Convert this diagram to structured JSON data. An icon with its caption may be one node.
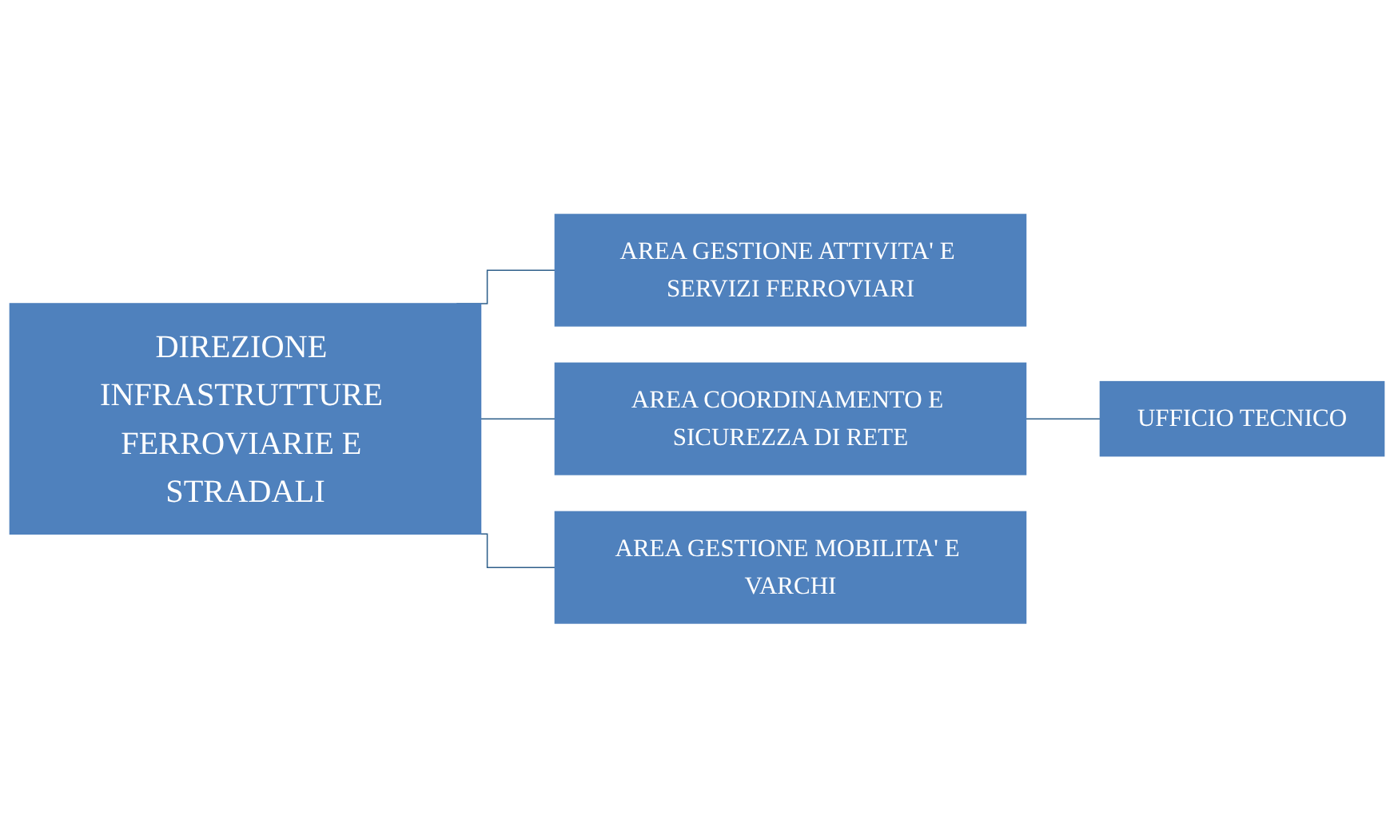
{
  "diagram": {
    "nodes": [
      {
        "text": [
          "DIREZIONE INFRASTRUTTURE FERROVIARIE E STRADALI"
        ]
      },
      {
        "text": [
          "AREA GESTIONE ATTIVITA' E SERVIZI FERROVIARI"
        ]
      },
      {
        "text": [
          "AREA COORDINAMENTO E SICUREZZA DI RETE"
        ]
      },
      {
        "text": [
          "AREA GESTIONE MOBILITA' E VARCHI"
        ]
      },
      {
        "text": [
          "UFFICIO TECNICO"
        ]
      }
    ],
    "edges": [
      {
        "from": 0,
        "to": 1,
        "arrow": "none"
      },
      {
        "from": 0,
        "to": 2,
        "arrow": "none"
      },
      {
        "from": 0,
        "to": 3,
        "arrow": "none"
      },
      {
        "from": 2,
        "to": 4,
        "arrow": "none"
      }
    ]
  }
}
